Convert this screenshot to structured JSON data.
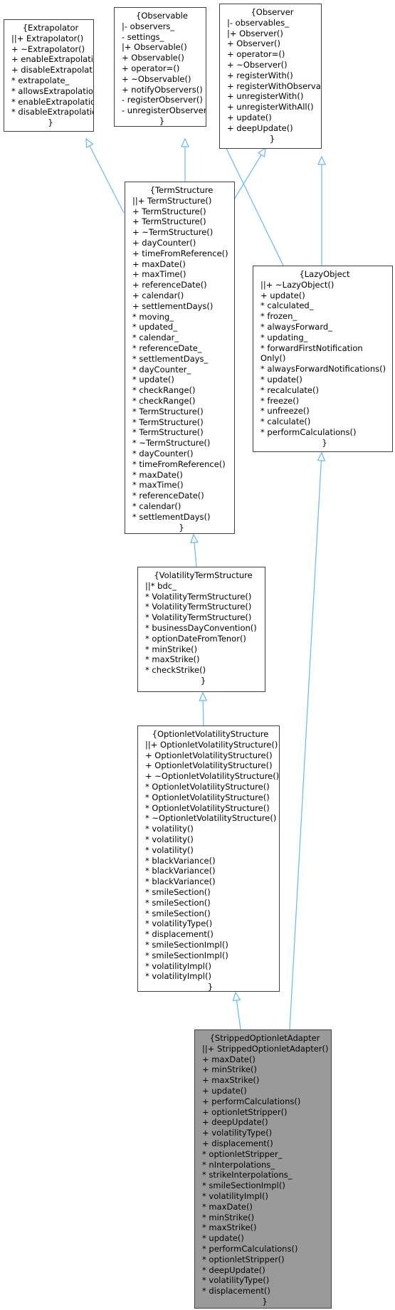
{
  "diagram": {
    "nodes": [
      {
        "id": "extrapolator",
        "title": "{Extrapolator",
        "members": [
          "||+ Extrapolator()",
          "+ ~Extrapolator()",
          "+ enableExtrapolation()",
          "+ disableExtrapolation()",
          "* extrapolate_",
          "* allowsExtrapolation()",
          "* enableExtrapolation()",
          "* disableExtrapolation()"
        ],
        "close": "}"
      },
      {
        "id": "observable",
        "title": "{Observable",
        "members": [
          "|- observers_",
          "- settings_",
          "|+ Observable()",
          "+ Observable()",
          "+ operator=()",
          "+ ~Observable()",
          "+ notifyObservers()",
          "- registerObserver()",
          "- unregisterObserver()"
        ],
        "close": "}"
      },
      {
        "id": "observer",
        "title": "{Observer",
        "members": [
          "|- observables_",
          "|+ Observer()",
          "+ Observer()",
          "+ operator=()",
          "+ ~Observer()",
          "+ registerWith()",
          "+ registerWithObservables()",
          "+ unregisterWith()",
          "+ unregisterWithAll()",
          "+ update()",
          "+ deepUpdate()"
        ],
        "close": "}"
      },
      {
        "id": "termstructure",
        "title": "{TermStructure",
        "members": [
          "||+ TermStructure()",
          "+ TermStructure()",
          "+ TermStructure()",
          "+ ~TermStructure()",
          "+ dayCounter()",
          "+ timeFromReference()",
          "+ maxDate()",
          "+ maxTime()",
          "+ referenceDate()",
          "+ calendar()",
          "+ settlementDays()",
          "* moving_",
          "* updated_",
          "* calendar_",
          "* referenceDate_",
          "* settlementDays_",
          "* dayCounter_",
          "* update()",
          "* checkRange()",
          "* checkRange()",
          "* TermStructure()",
          "* TermStructure()",
          "* TermStructure()",
          "* ~TermStructure()",
          "* dayCounter()",
          "* timeFromReference()",
          "* maxDate()",
          "* maxTime()",
          "* referenceDate()",
          "* calendar()",
          "* settlementDays()"
        ],
        "close": "}"
      },
      {
        "id": "lazyobject",
        "title": "{LazyObject",
        "members": [
          "||+ ~LazyObject()",
          "+ update()",
          "* calculated_",
          "* frozen_",
          "* alwaysForward_",
          "* updating_",
          "* forwardFirstNotification",
          "Only()",
          "* alwaysForwardNotifications()",
          "* update()",
          "* recalculate()",
          "* freeze()",
          "* unfreeze()",
          "* calculate()",
          "* performCalculations()"
        ],
        "close": "}"
      },
      {
        "id": "volatilitytermstructure",
        "title": "{VolatilityTermStructure",
        "members": [
          "||* bdc_",
          "* VolatilityTermStructure()",
          "* VolatilityTermStructure()",
          "* VolatilityTermStructure()",
          "* businessDayConvention()",
          "* optionDateFromTenor()",
          "* minStrike()",
          "* maxStrike()",
          "* checkStrike()"
        ],
        "close": "}"
      },
      {
        "id": "optionletvolatilitystructure",
        "title": "{OptionletVolatilityStructure",
        "members": [
          "||+ OptionletVolatilityStructure()",
          "+ OptionletVolatilityStructure()",
          "+ OptionletVolatilityStructure()",
          "+ ~OptionletVolatilityStructure()",
          "* OptionletVolatilityStructure()",
          "* OptionletVolatilityStructure()",
          "* OptionletVolatilityStructure()",
          "* ~OptionletVolatilityStructure()",
          "* volatility()",
          "* volatility()",
          "* volatility()",
          "* blackVariance()",
          "* blackVariance()",
          "* blackVariance()",
          "* smileSection()",
          "* smileSection()",
          "* smileSection()",
          "* volatilityType()",
          "* displacement()",
          "* smileSectionImpl()",
          "* smileSectionImpl()",
          "* volatilityImpl()",
          "* volatilityImpl()"
        ],
        "close": "}"
      },
      {
        "id": "strippedoptionletadapter",
        "title": "{StrippedOptionletAdapter",
        "members": [
          "||+ StrippedOptionletAdapter()",
          "+ maxDate()",
          "+ minStrike()",
          "+ maxStrike()",
          "+ update()",
          "+ performCalculations()",
          "+ optionletStripper()",
          "+ deepUpdate()",
          "+ volatilityType()",
          "+ displacement()",
          "* optionletStripper_",
          "* nInterpolations_",
          "* strikeInterpolations_",
          "* smileSectionImpl()",
          "* volatilityImpl()",
          "* maxDate()",
          "* minStrike()",
          "* maxStrike()",
          "* update()",
          "* performCalculations()",
          "* optionletStripper()",
          "* deepUpdate()",
          "* volatilityType()",
          "* displacement()"
        ],
        "close": "}"
      }
    ],
    "edges": [
      {
        "from": "termstructure",
        "to": "extrapolator"
      },
      {
        "from": "termstructure",
        "to": "observable"
      },
      {
        "from": "termstructure",
        "to": "observer"
      },
      {
        "from": "lazyobject",
        "to": "observable"
      },
      {
        "from": "lazyobject",
        "to": "observer"
      },
      {
        "from": "volatilitytermstructure",
        "to": "termstructure"
      },
      {
        "from": "optionletvolatilitystructure",
        "to": "volatilitytermstructure"
      },
      {
        "from": "strippedoptionletadapter",
        "to": "optionletvolatilitystructure"
      },
      {
        "from": "strippedoptionletadapter",
        "to": "lazyobject"
      }
    ],
    "colors": {
      "edge": "#63b8ff",
      "border": "#404040",
      "highlight": "#9a9a9a"
    }
  }
}
